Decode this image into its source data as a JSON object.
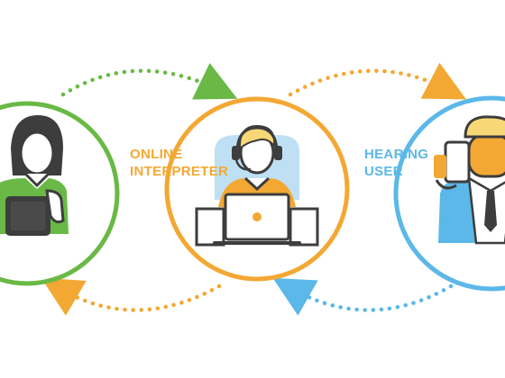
{
  "labels": {
    "interpreter": [
      "ONLINE",
      "INTERPRETER"
    ],
    "hearing_user": [
      "HEARING",
      "USER"
    ]
  },
  "colors": {
    "green": "#6ab946",
    "orange": "#f3a833",
    "blue": "#5bb8e8",
    "dark": "#3d3d3d",
    "skin": "#ffffff"
  },
  "icons": {
    "left": "deaf-user-with-tablet-icon",
    "center": "interpreter-with-headset-and-laptop-icon",
    "right": "hearing-user-with-phone-icon"
  }
}
